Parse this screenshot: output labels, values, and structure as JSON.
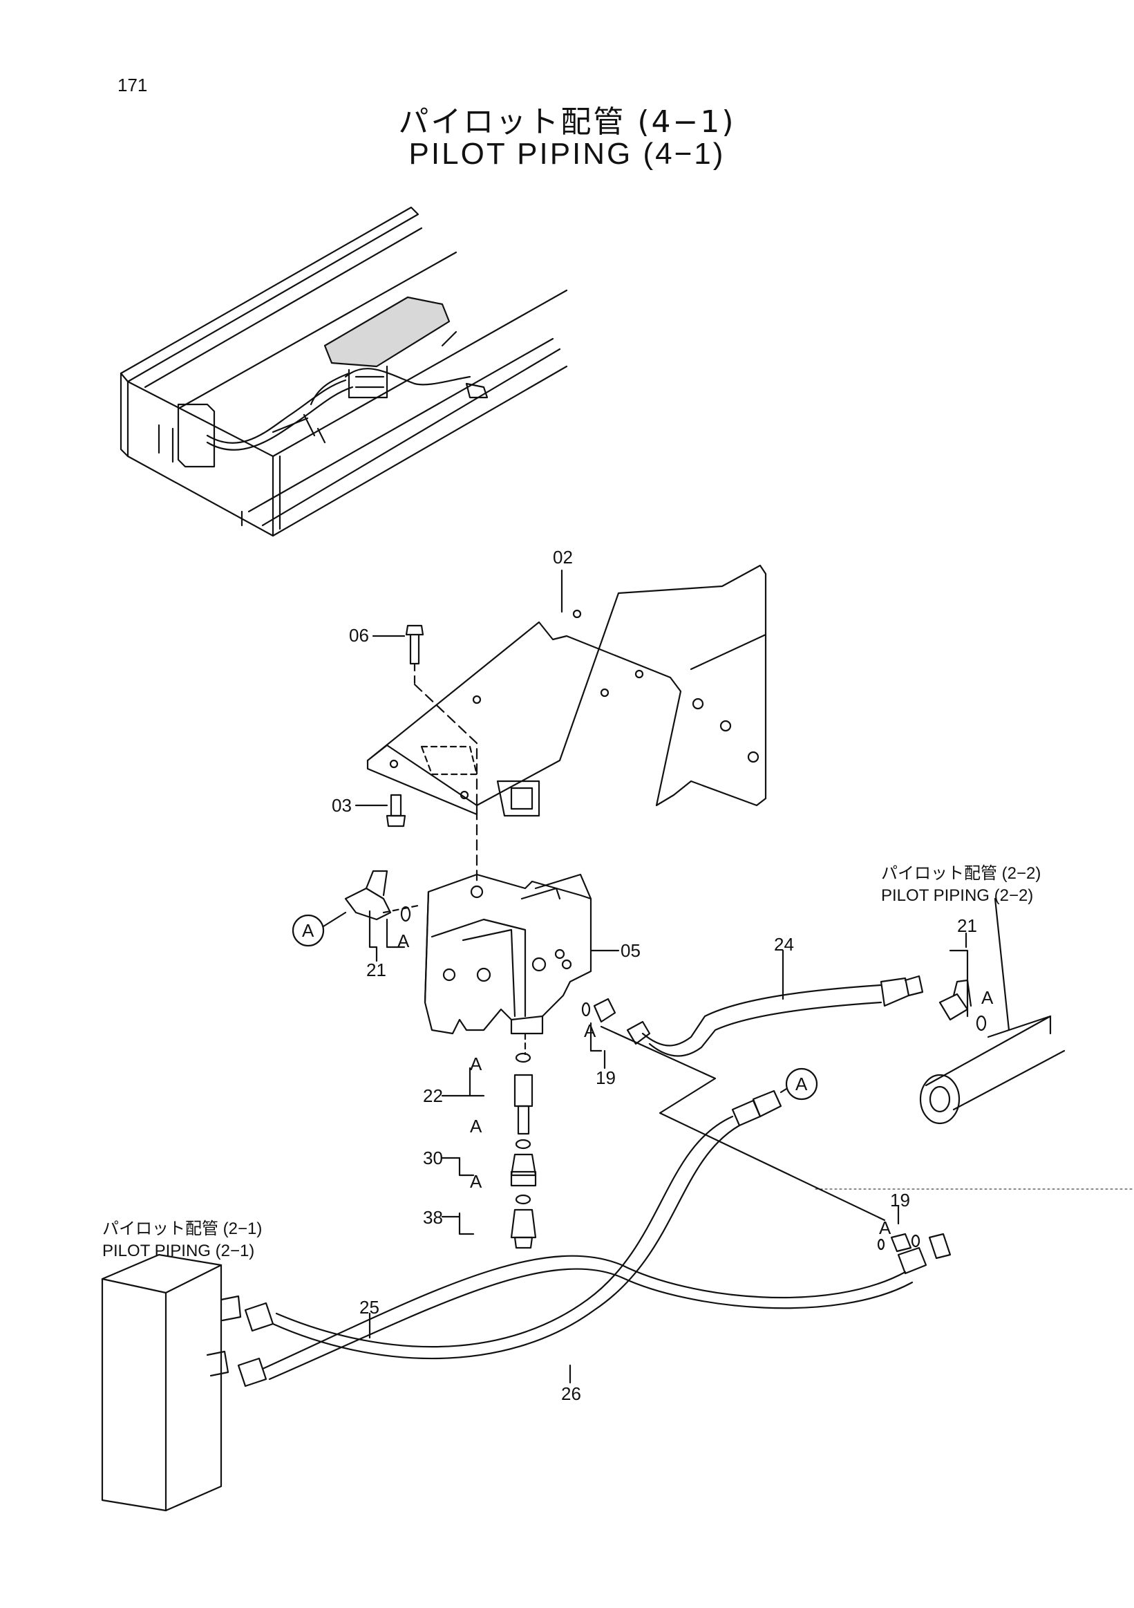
{
  "page_number": "171",
  "title": {
    "jp": "パイロット配管 (4−1)",
    "en": "PILOT PIPING (4−1)"
  },
  "references": {
    "pilot_2_2": {
      "jp": "パイロット配管 (2−2)",
      "en": "PILOT PIPING (2−2)"
    },
    "pilot_2_1": {
      "jp": "パイロット配管 (2−1)",
      "en": "PILOT PIPING (2−1)"
    }
  },
  "callouts": {
    "p02": "02",
    "p06": "06",
    "p03": "03",
    "p05": "05",
    "p21_left": "21",
    "p21_right": "21",
    "p22": "22",
    "p30": "30",
    "p38": "38",
    "p19_left": "19",
    "p19_right": "19",
    "p24": "24",
    "p25": "25",
    "p26": "26"
  },
  "markers": {
    "connection": "A",
    "oring": "A"
  }
}
